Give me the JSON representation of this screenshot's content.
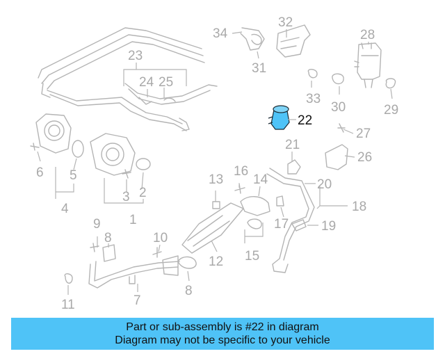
{
  "diagram": {
    "highlight_color": "#4fc3f7",
    "highlighted_part": "22",
    "callouts": [
      "1",
      "2",
      "3",
      "4",
      "5",
      "6",
      "7",
      "8",
      "9",
      "10",
      "11",
      "12",
      "13",
      "14",
      "15",
      "16",
      "17",
      "18",
      "19",
      "20",
      "21",
      "22",
      "23",
      "24",
      "25",
      "26",
      "27",
      "28",
      "29",
      "30",
      "31",
      "32",
      "33",
      "34"
    ]
  },
  "caption": {
    "line1": "Part or sub-assembly is #22 in diagram",
    "line2": "Diagram may not be specific to your vehicle"
  }
}
